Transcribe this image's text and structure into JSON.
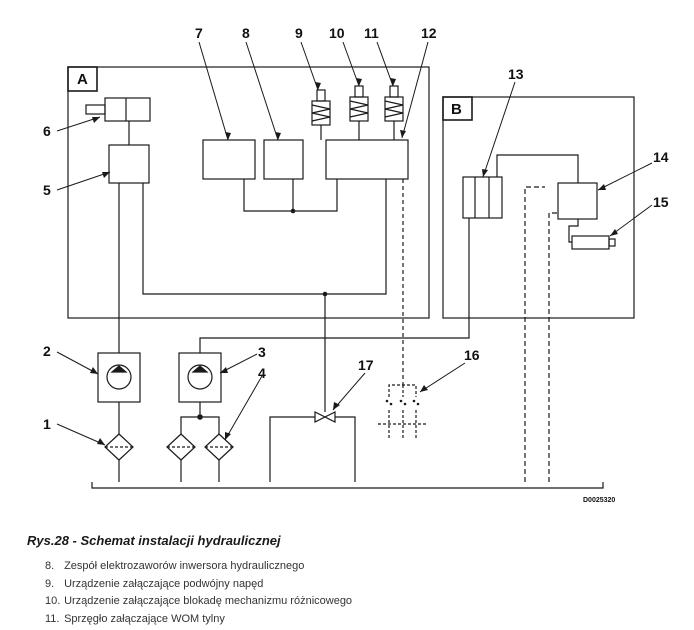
{
  "diagram": {
    "section_labels": [
      "A",
      "B"
    ],
    "component_numbers": [
      "1",
      "2",
      "3",
      "4",
      "5",
      "6",
      "7",
      "8",
      "9",
      "10",
      "11",
      "12",
      "13",
      "14",
      "15",
      "16",
      "17"
    ],
    "drawing_code": "D0025320"
  },
  "caption": "Rys.28 - Schemat instalacji hydraulicznej",
  "legend": [
    {
      "num": "8.",
      "text": "Zespół elektrozaworów inwersora hydraulicznego"
    },
    {
      "num": "9.",
      "text": "Urządzenie załączające podwójny napęd"
    },
    {
      "num": "10.",
      "text": "Urządzenie załączające blokadę mechanizmu różnicowego"
    },
    {
      "num": "11.",
      "text": "Sprzęgło załączające WOM tylny"
    }
  ]
}
